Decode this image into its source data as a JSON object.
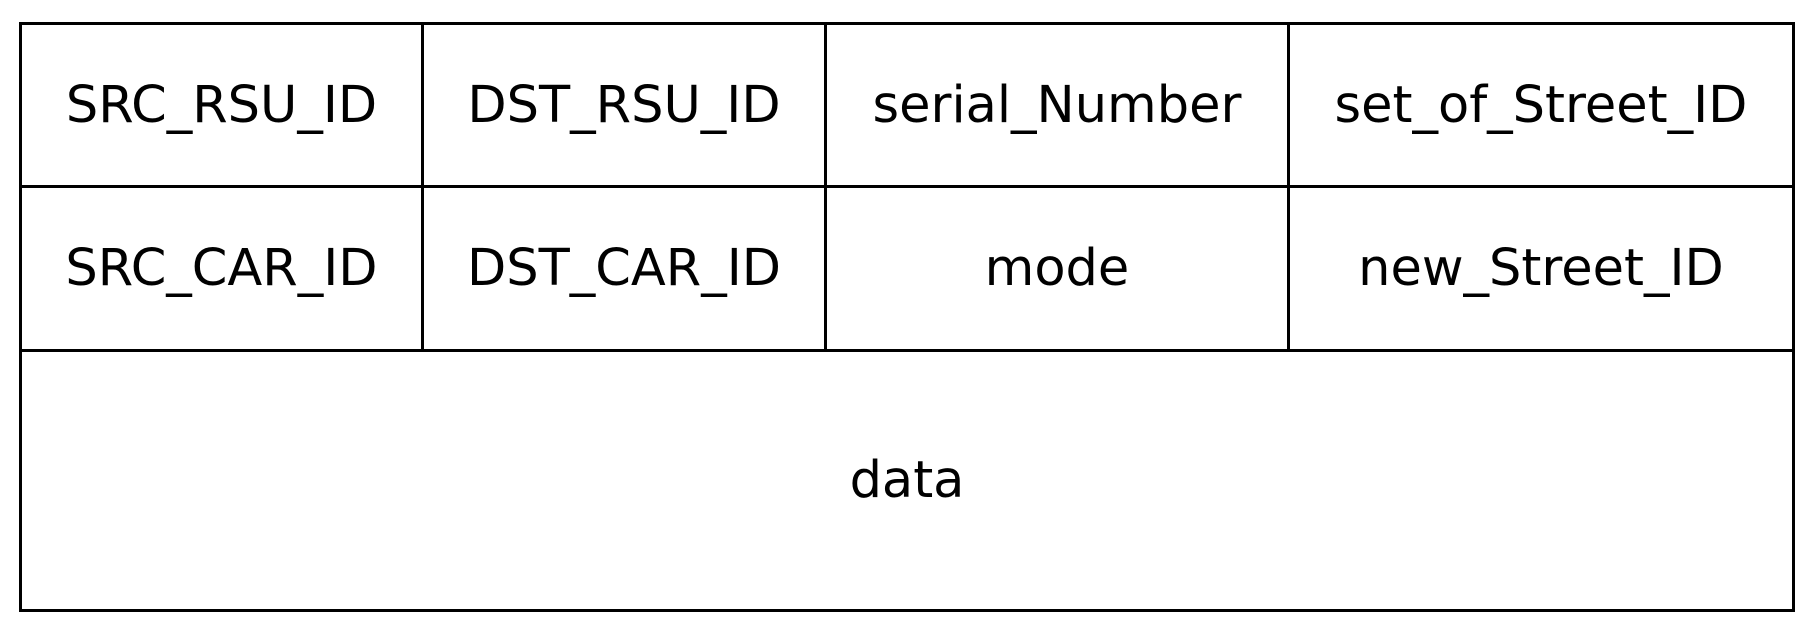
{
  "fields": {
    "row1": [
      "SRC_RSU_ID",
      "DST_RSU_ID",
      "serial_Number",
      "set_of_Street_ID"
    ],
    "row2": [
      "SRC_CAR_ID",
      "DST_CAR_ID",
      "mode",
      "new_Street_ID"
    ],
    "row3": "data"
  },
  "colors": {
    "border": "#000000",
    "background": "#ffffff",
    "text": "#000000"
  }
}
